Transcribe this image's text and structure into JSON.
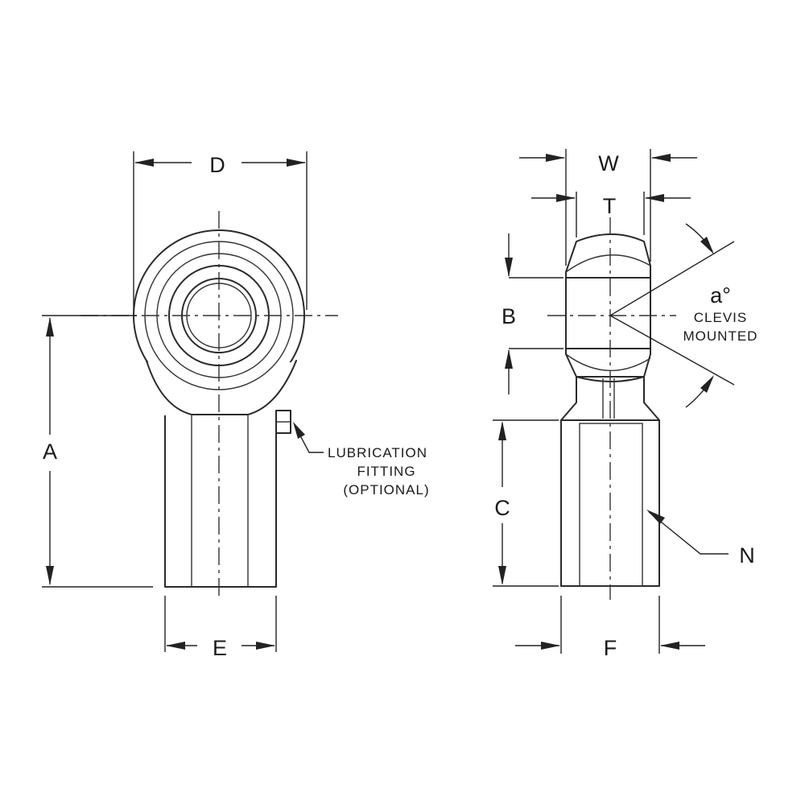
{
  "labels": {
    "A": "A",
    "B": "B",
    "C": "C",
    "D": "D",
    "E": "E",
    "F": "F",
    "N": "N",
    "T": "T",
    "W": "W",
    "angle": "a°"
  },
  "notes": {
    "lubrication_line1": "LUBRICATION",
    "lubrication_line2": "FITTING",
    "lubrication_line3": "(OPTIONAL)",
    "clevis_line1": "CLEVIS",
    "clevis_line2": "MOUNTED"
  },
  "colors": {
    "line": "#2a2a2a",
    "background": "#ffffff"
  }
}
